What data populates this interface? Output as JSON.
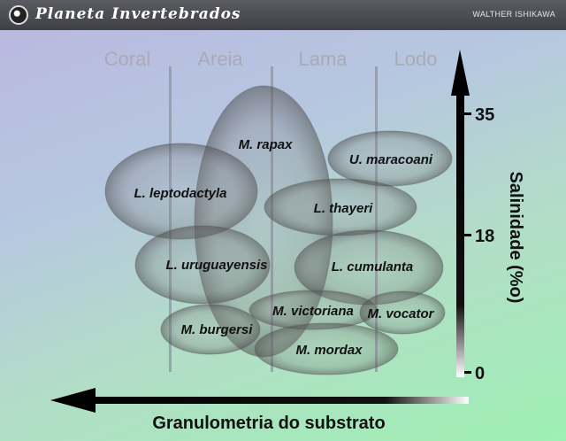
{
  "header": {
    "site_title": "Planeta Invertebrados",
    "author": "WALTHER ISHIKAWA"
  },
  "columns": [
    "Coral",
    "Areia",
    "Lama",
    "Lodo"
  ],
  "species": [
    "M. rapax",
    "U. maracoani",
    "L. leptodactyla",
    "L. thayeri",
    "L. uruguayensis",
    "L. cumulanta",
    "M. victoriana",
    "M. vocator",
    "M. burgersi",
    "M. mordax"
  ],
  "y_axis": {
    "title": "Salinidade (%o)",
    "ticks": [
      "35",
      "18",
      "0"
    ]
  },
  "x_axis": {
    "title": "Granulometria do substrato"
  }
}
